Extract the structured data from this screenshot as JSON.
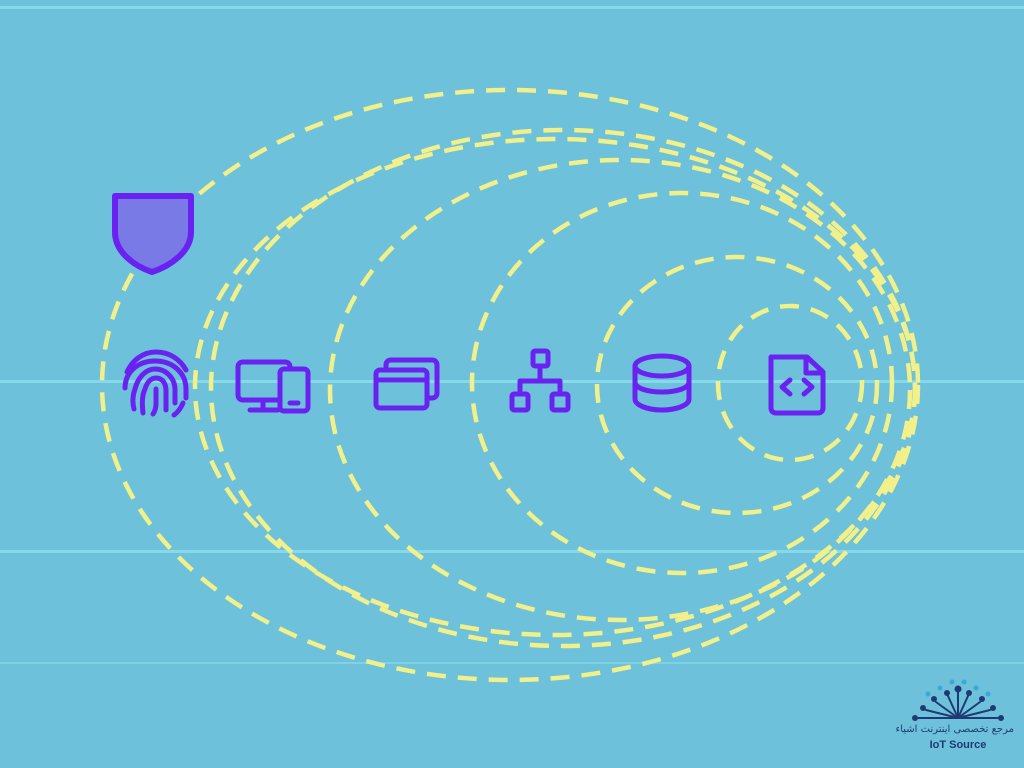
{
  "colors": {
    "background": "#6ec1da",
    "scanline": "#8fe3ee",
    "ring_stroke": "#f2f08a",
    "icon_stroke": "#6a22f0",
    "shield_fill": "#7a7ae6",
    "brand_dark": "#1f3a73",
    "brand_light": "#3ca8d6"
  },
  "diagram": {
    "node_count": 6,
    "nodes": [
      {
        "icon": "fingerprint-icon"
      },
      {
        "icon": "devices-icon"
      },
      {
        "icon": "windows-icon"
      },
      {
        "icon": "hierarchy-icon"
      },
      {
        "icon": "database-icon"
      },
      {
        "icon": "code-file-icon"
      }
    ],
    "badge": {
      "icon": "shield-icon"
    }
  },
  "brand": {
    "tagline": "مرجع تخصصی اینترنت اشیاء",
    "name": "IoT Source",
    "logo_icon": "iot-source-logo-icon"
  }
}
